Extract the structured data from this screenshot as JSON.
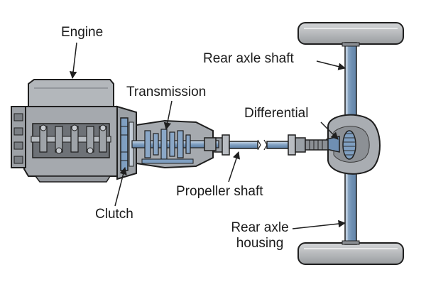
{
  "labels": {
    "engine": "Engine",
    "transmission": "Transmission",
    "differential": "Differential",
    "rear_axle_shaft": "Rear axle shaft",
    "propeller_shaft": "Propeller shaft",
    "clutch": "Clutch",
    "rear_axle_housing": "Rear axle housing"
  },
  "colors": {
    "casting_gray": "#a9adb2",
    "casting_dark": "#6d7176",
    "shaft_blue": "#7f9fc1",
    "shaft_blue_light": "#b9cde2",
    "tire_gray": "#b6b8bb",
    "outline": "#1f1f1f"
  }
}
